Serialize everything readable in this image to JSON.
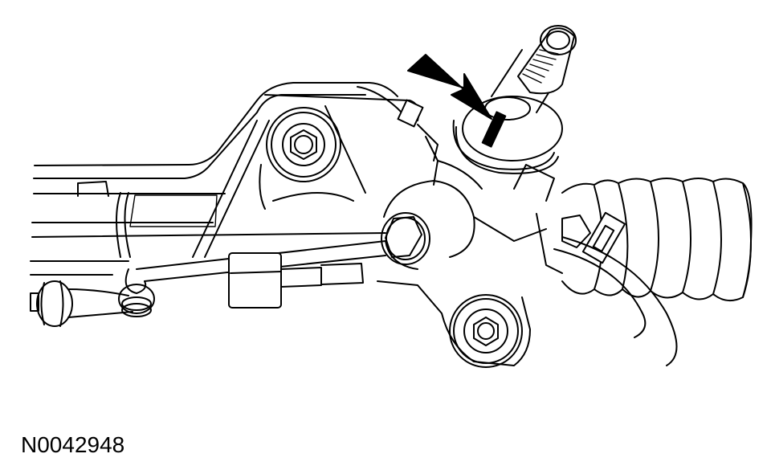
{
  "figure": {
    "id_label": "N0042948",
    "subject": "power steering rack and pinion gear assembly",
    "callouts": [
      {
        "type": "arrow",
        "color": "#000000",
        "points_to": "index mark on pinion shaft / input shaft housing"
      }
    ],
    "parts": [
      "pinion input shaft (splined)",
      "valve housing",
      "mounting bushing with bolt (upper left)",
      "mounting bushing with bolt (lower right)",
      "fluid pressure line",
      "fluid return line",
      "line fitting nut",
      "rack housing",
      "bellows boot",
      "boot clamp",
      "tie rod end"
    ],
    "colors": {
      "line": "#000000",
      "background": "#ffffff"
    }
  }
}
